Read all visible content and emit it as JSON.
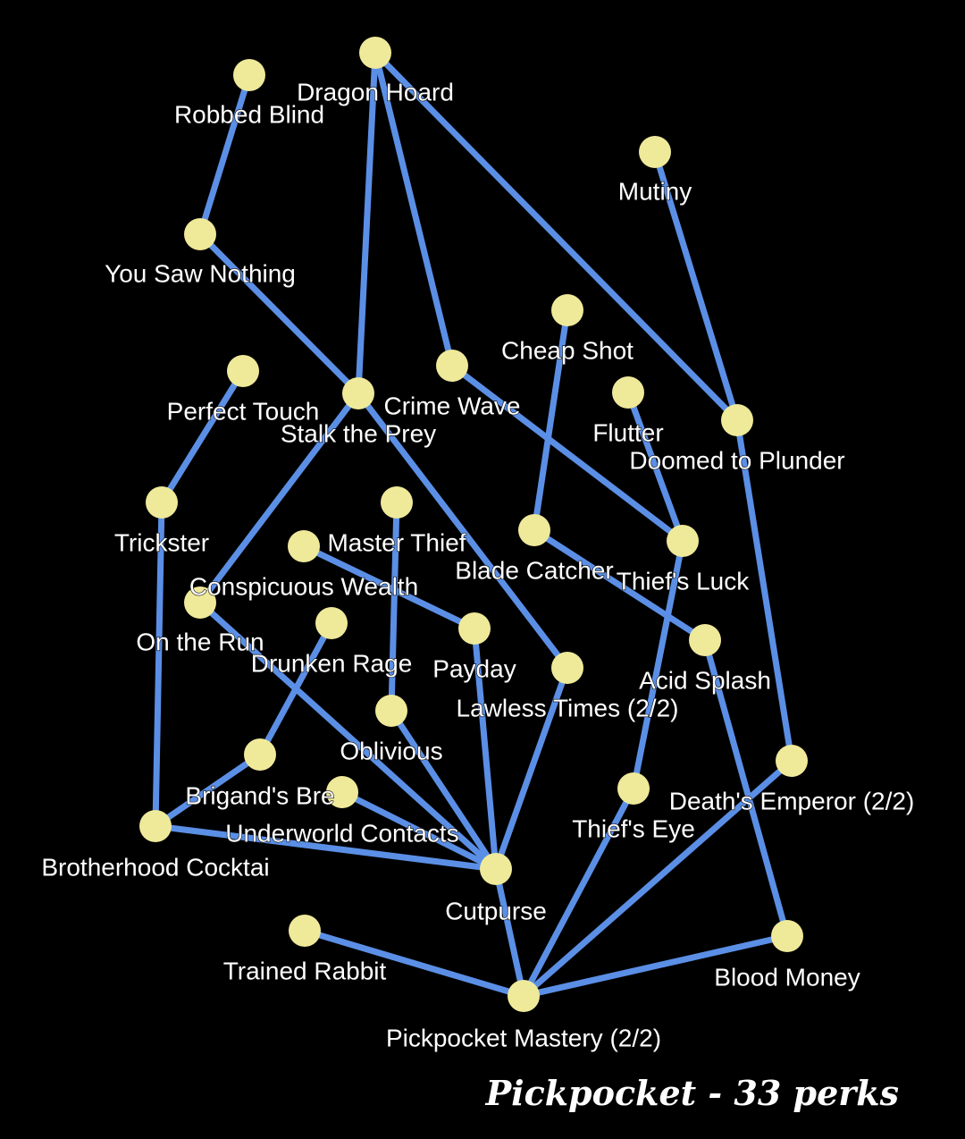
{
  "caption": "Pickpocket - 33 perks",
  "colors": {
    "background": "#000000",
    "edge": "#5b8fe6",
    "node": "#efe99a",
    "label": "#ffffff"
  },
  "perks": [
    {
      "id": "robbed_blind",
      "name": "Robbed Blind"
    },
    {
      "id": "dragon_hoard",
      "name": "Dragon Hoard"
    },
    {
      "id": "mutiny",
      "name": "Mutiny"
    },
    {
      "id": "you_saw_nothing",
      "name": "You Saw Nothing"
    },
    {
      "id": "cheap_shot",
      "name": "Cheap Shot"
    },
    {
      "id": "perfect_touch",
      "name": "Perfect Touch"
    },
    {
      "id": "stalk_the_prey",
      "name": "Stalk the Prey"
    },
    {
      "id": "crime_wave",
      "name": "Crime Wave"
    },
    {
      "id": "flutter",
      "name": "Flutter"
    },
    {
      "id": "doomed_to_plunder",
      "name": "Doomed to Plunder"
    },
    {
      "id": "trickster",
      "name": "Trickster"
    },
    {
      "id": "master_thief",
      "name": "Master Thief"
    },
    {
      "id": "blade_catcher",
      "name": "Blade Catcher"
    },
    {
      "id": "thiefs_luck",
      "name": "Thief's Luck"
    },
    {
      "id": "conspicuous_wealth",
      "name": "Conspicuous Wealth"
    },
    {
      "id": "on_the_run",
      "name": "On the Run"
    },
    {
      "id": "drunken_rage",
      "name": "Drunken Rage"
    },
    {
      "id": "payday",
      "name": "Payday"
    },
    {
      "id": "acid_splash",
      "name": "Acid Splash"
    },
    {
      "id": "lawless_times",
      "name": "Lawless Times (2/2)"
    },
    {
      "id": "oblivious",
      "name": "Oblivious"
    },
    {
      "id": "brigands_brew",
      "name": "Brigand's Bre"
    },
    {
      "id": "underworld_contacts",
      "name": "Underworld Contacts"
    },
    {
      "id": "deaths_emperor",
      "name": "Death's Emperor (2/2)"
    },
    {
      "id": "thiefs_eye",
      "name": "Thief's Eye"
    },
    {
      "id": "brotherhood_cocktail",
      "name": "Brotherhood Cocktai"
    },
    {
      "id": "cutpurse",
      "name": "Cutpurse"
    },
    {
      "id": "trained_rabbit",
      "name": "Trained Rabbit"
    },
    {
      "id": "blood_money",
      "name": "Blood Money"
    },
    {
      "id": "pickpocket_mastery",
      "name": "Pickpocket Mastery (2/2)"
    }
  ],
  "links": [
    [
      "robbed_blind",
      "you_saw_nothing"
    ],
    [
      "you_saw_nothing",
      "stalk_the_prey"
    ],
    [
      "dragon_hoard",
      "stalk_the_prey"
    ],
    [
      "dragon_hoard",
      "crime_wave"
    ],
    [
      "dragon_hoard",
      "doomed_to_plunder"
    ],
    [
      "mutiny",
      "doomed_to_plunder"
    ],
    [
      "doomed_to_plunder",
      "deaths_emperor"
    ],
    [
      "crime_wave",
      "thiefs_luck"
    ],
    [
      "flutter",
      "thiefs_luck"
    ],
    [
      "thiefs_luck",
      "thiefs_eye"
    ],
    [
      "cheap_shot",
      "blade_catcher"
    ],
    [
      "blade_catcher",
      "acid_splash"
    ],
    [
      "acid_splash",
      "blood_money"
    ],
    [
      "stalk_the_prey",
      "on_the_run"
    ],
    [
      "stalk_the_prey",
      "lawless_times"
    ],
    [
      "perfect_touch",
      "trickster"
    ],
    [
      "trickster",
      "brotherhood_cocktail"
    ],
    [
      "on_the_run",
      "cutpurse"
    ],
    [
      "master_thief",
      "oblivious"
    ],
    [
      "conspicuous_wealth",
      "payday"
    ],
    [
      "payday",
      "cutpurse"
    ],
    [
      "lawless_times",
      "cutpurse"
    ],
    [
      "oblivious",
      "cutpurse"
    ],
    [
      "drunken_rage",
      "brigands_brew"
    ],
    [
      "brigands_brew",
      "brotherhood_cocktail"
    ],
    [
      "brotherhood_cocktail",
      "cutpurse"
    ],
    [
      "underworld_contacts",
      "cutpurse"
    ],
    [
      "cutpurse",
      "pickpocket_mastery"
    ],
    [
      "trained_rabbit",
      "pickpocket_mastery"
    ],
    [
      "thiefs_eye",
      "pickpocket_mastery"
    ],
    [
      "deaths_emperor",
      "pickpocket_mastery"
    ],
    [
      "blood_money",
      "pickpocket_mastery"
    ]
  ]
}
